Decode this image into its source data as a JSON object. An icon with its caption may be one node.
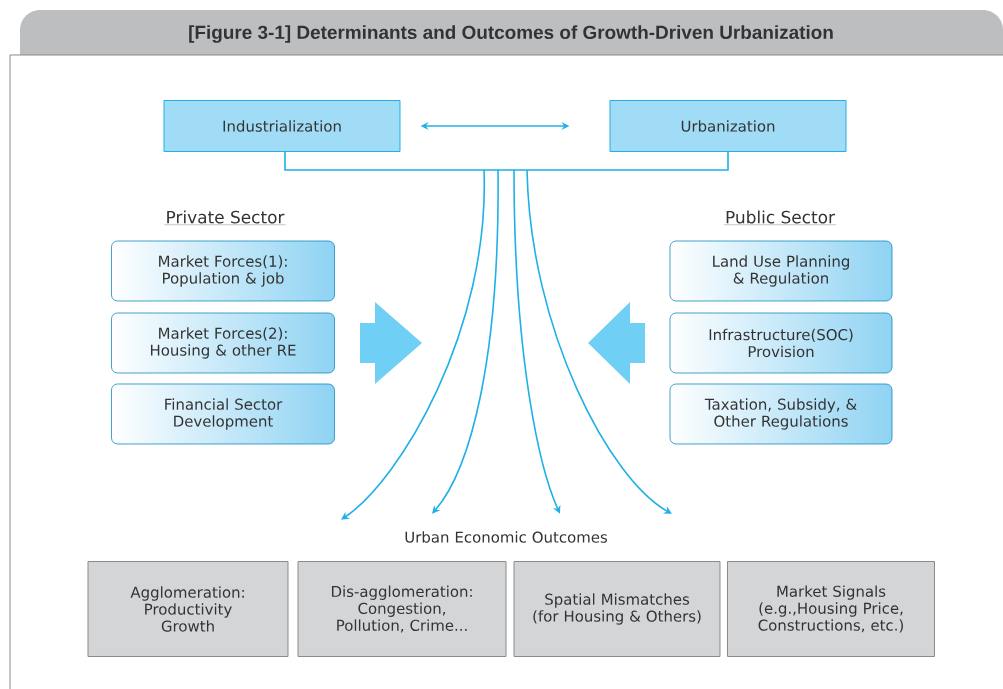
{
  "diagram": {
    "title": "[Figure 3-1] Determinants and Outcomes of Growth-Driven Urbanization",
    "nodes": [
      {
        "text": [
          "Industrialization"
        ]
      },
      {
        "text": [
          "Urbanization"
        ]
      },
      {
        "text": [
          "Market Forces(1): Population & job"
        ]
      },
      {
        "text": [
          "Market Forces(2): Housing & other RE"
        ]
      },
      {
        "text": [
          "Financial Sector Development"
        ]
      },
      {
        "text": [
          "Land Use Planning & Regulation"
        ]
      },
      {
        "text": [
          "Infrastructure(SOC) Provision"
        ]
      },
      {
        "text": [
          "Taxation, Subsidy, & Other Regulations"
        ]
      },
      {
        "text": [
          "Urban Economic Outcomes"
        ]
      },
      {
        "text": [
          "Agglomeration: Productivity Growth"
        ]
      },
      {
        "text": [
          "Dis-agglomeration: Congestion, Pollution, Crime..."
        ]
      },
      {
        "text": [
          "Spatial Mismatches (for Housing & Others)"
        ]
      },
      {
        "text": [
          "Market Signals (e.g.,Housing Price, Constructions, etc.)"
        ]
      }
    ],
    "edges": [
      {
        "from": 0,
        "to": 1,
        "arrow": "both"
      },
      {
        "from": 0,
        "to": 1,
        "arrow": "none"
      },
      {
        "from": null,
        "to": 8,
        "arrow": "to"
      },
      {
        "from": null,
        "to": 8,
        "arrow": "to"
      },
      {
        "from": null,
        "to": 8,
        "arrow": "to"
      },
      {
        "from": null,
        "to": 8,
        "arrow": "to"
      }
    ],
    "labels": [
      "Private Sector",
      "Public Sector"
    ]
  }
}
